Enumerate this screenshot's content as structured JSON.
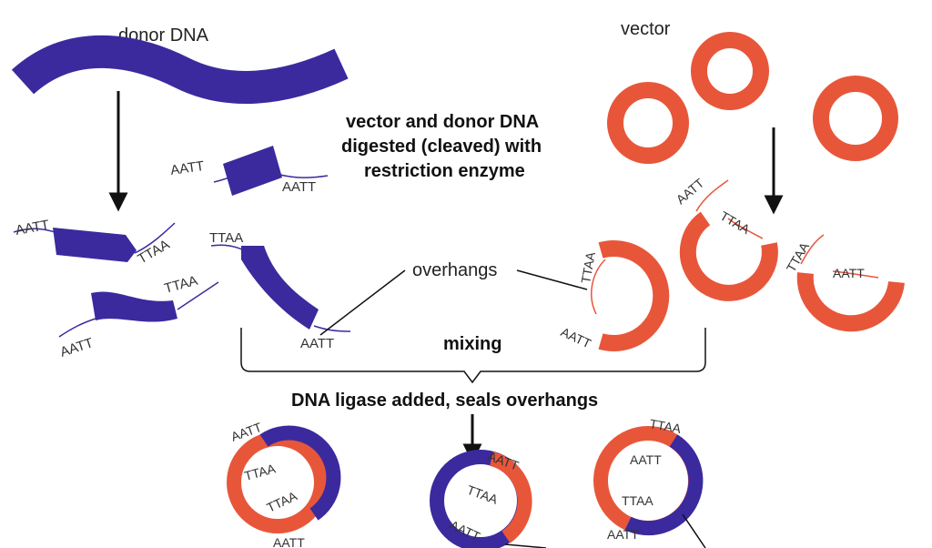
{
  "labels": {
    "donor_dna": "donor DNA",
    "vector": "vector",
    "digest_line1": "vector and donor DNA",
    "digest_line2": "digested (cleaved) with",
    "digest_line3": "restriction enzyme",
    "overhangs": "overhangs",
    "mixing": "mixing",
    "ligase": "DNA ligase added, seals overhangs"
  },
  "sequences": {
    "aatt": "AATT",
    "ttaa": "TTAA"
  },
  "colors": {
    "donor": "#3a2a9e",
    "vector": "#e8563a",
    "line": "#111111"
  }
}
